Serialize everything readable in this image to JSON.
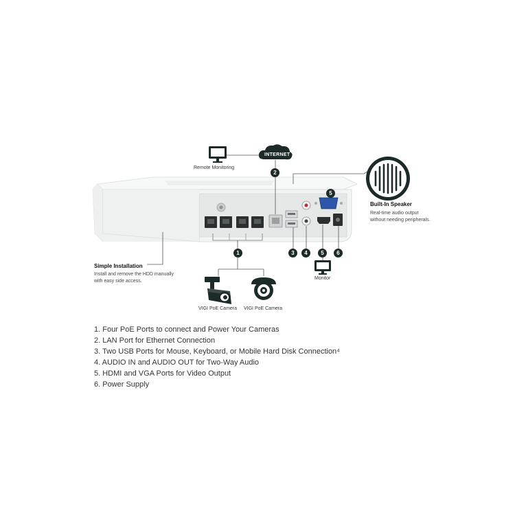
{
  "labels": {
    "remote_monitoring": "Remote Monitoring",
    "internet": "INTERNET",
    "built_in_speaker_title": "Built-In Speaker",
    "built_in_speaker_desc_1": "Real-time audio output",
    "built_in_speaker_desc_2": "without needing peripherals.",
    "simple_installation_title": "Simple Installation",
    "simple_installation_desc_1": "Install and remove the HDD manually",
    "simple_installation_desc_2": "with easy side access.",
    "monitor": "Monitor",
    "camera_bullet": "VIGI PoE Camera",
    "camera_turret": "VIGI PoE Camera"
  },
  "callouts": [
    "1",
    "2",
    "3",
    "4",
    "5",
    "6",
    "5"
  ],
  "features": [
    "1. Four PoE Ports to connect and Power Your Cameras",
    "2. LAN Port for Ethernet Connection",
    "3. Two USB Ports for Mouse, Keyboard, or Mobile Hard Disk Connection⁴",
    "4. AUDIO IN and AUDIO OUT for Two-Way Audio",
    "5. HDMI and VGA Ports for Video Output",
    "6. Power Supply"
  ],
  "icons": {
    "remote_monitoring": "desktop-monitor-icon",
    "internet": "cloud-icon",
    "speaker": "speaker-grille-icon",
    "monitor": "tv-monitor-icon",
    "bullet_camera": "bullet-camera-icon",
    "turret_camera": "turret-camera-icon"
  },
  "colors": {
    "accent": "#1d2a2a",
    "device_body": "#f2f3f3",
    "device_panel": "#e4e6e6",
    "port_dark": "#2c2f30",
    "line": "#555555"
  }
}
